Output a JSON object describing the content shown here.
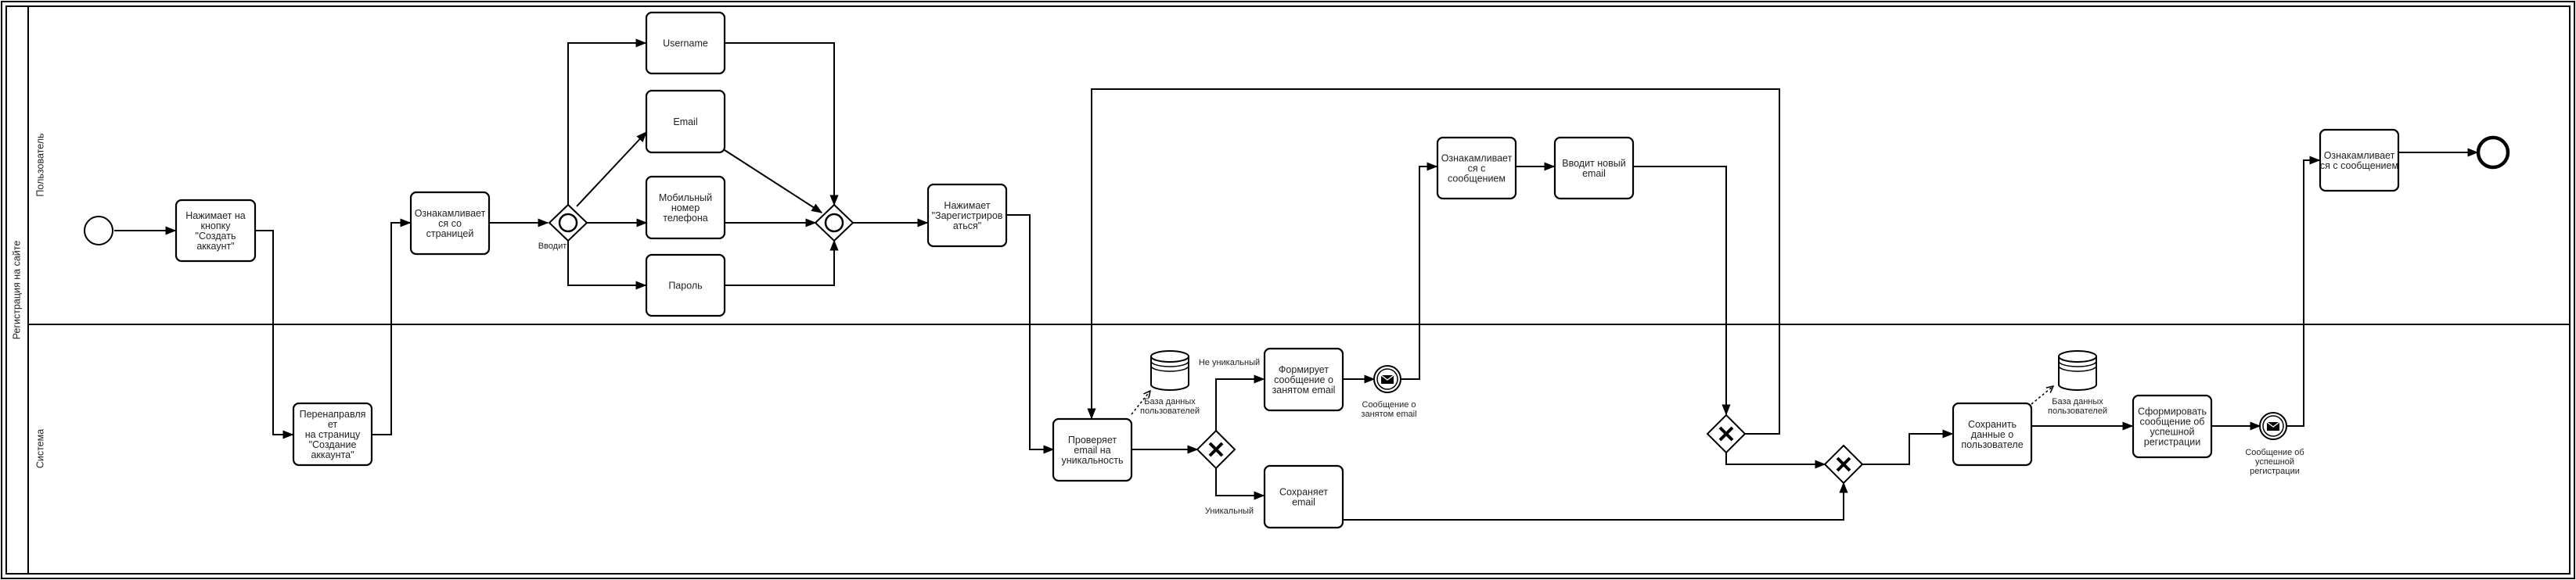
{
  "pool": {
    "title": "Регистрация на сайте"
  },
  "lanes": {
    "user": "Пользователь",
    "system": "Система"
  },
  "tasks": {
    "create_account": [
      "Нажимает на",
      "кнопку",
      "\"Создать",
      "аккаунт\""
    ],
    "redirect": [
      "Перенаправля",
      "ет",
      "на страницу",
      "\"Создание",
      "аккаунта\""
    ],
    "view_page": [
      "Ознакамливает",
      "ся со",
      "страницей"
    ],
    "username": [
      "Username"
    ],
    "email": [
      "Email"
    ],
    "phone": [
      "Мобильный",
      "номер",
      "телефона"
    ],
    "password": [
      "Пароль"
    ],
    "click_register": [
      "Нажимает",
      "\"Зарегистриров",
      "аться\""
    ],
    "check_unique": [
      "Проверяет",
      "email на",
      "уникальность"
    ],
    "form_message": [
      "Формирует",
      "сообщение о",
      "занятом email"
    ],
    "save_email": [
      "Сохраняет",
      "email"
    ],
    "view_message": [
      "Ознакамливает",
      "ся с",
      "сообщением"
    ],
    "new_email": [
      "Вводит новый",
      "email"
    ],
    "save_user": [
      "Сохранить",
      "данные о",
      "пользователе"
    ],
    "form_success": [
      "Сформировать",
      "сообщение об",
      "успешной",
      "регистрации"
    ],
    "view_final": [
      "Ознакамливает",
      "ся с сообщением"
    ]
  },
  "labels": {
    "enters": "Вводит",
    "not_unique": "Не уникальный",
    "unique": "Уникальный",
    "db1": [
      "База данных",
      "пользователей"
    ],
    "db2": [
      "База данных",
      "пользователей"
    ],
    "msg_busy": [
      "Сообщение о",
      "занятом email"
    ],
    "msg_success": [
      "Сообщение об",
      "успешной",
      "регистрации"
    ]
  }
}
